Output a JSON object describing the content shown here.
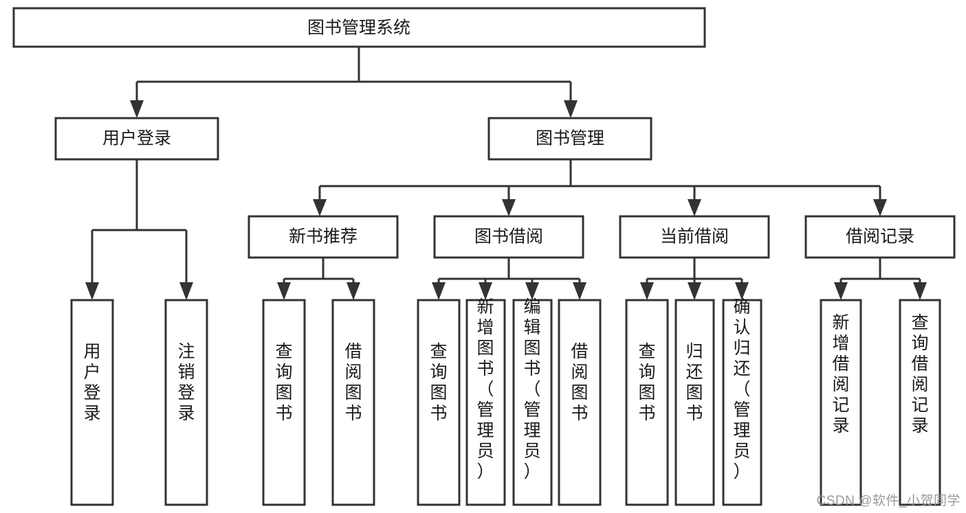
{
  "diagram": {
    "type": "tree",
    "title": "图书管理系统",
    "watermark": "CSDN @软件_小贺同学",
    "colors": {
      "stroke": "#333333",
      "fill": "#ffffff",
      "text": "#1a1a1a",
      "watermark": "#9a9a9a"
    },
    "levels": {
      "root": {
        "label": "图书管理系统"
      },
      "level2": [
        {
          "label": "用户登录"
        },
        {
          "label": "图书管理"
        }
      ],
      "level3": [
        {
          "label": "新书推荐"
        },
        {
          "label": "图书借阅"
        },
        {
          "label": "当前借阅"
        },
        {
          "label": "借阅记录"
        }
      ],
      "leaves": [
        {
          "label": "用户登录",
          "parent": "用户登录"
        },
        {
          "label": "注销登录",
          "parent": "用户登录"
        },
        {
          "label": "查询图书",
          "parent": "新书推荐"
        },
        {
          "label": "借阅图书",
          "parent": "新书推荐"
        },
        {
          "label": "查询图书",
          "parent": "图书借阅"
        },
        {
          "label": "新增图书（管理员）",
          "parent": "图书借阅"
        },
        {
          "label": "编辑图书（管理员）",
          "parent": "图书借阅"
        },
        {
          "label": "借阅图书",
          "parent": "图书借阅"
        },
        {
          "label": "查询图书",
          "parent": "当前借阅"
        },
        {
          "label": "归还图书",
          "parent": "当前借阅"
        },
        {
          "label": "确认归还（管理员）",
          "parent": "当前借阅"
        },
        {
          "label": "新增借阅记录",
          "parent": "借阅记录"
        },
        {
          "label": "查询借阅记录",
          "parent": "借阅记录"
        }
      ]
    }
  }
}
